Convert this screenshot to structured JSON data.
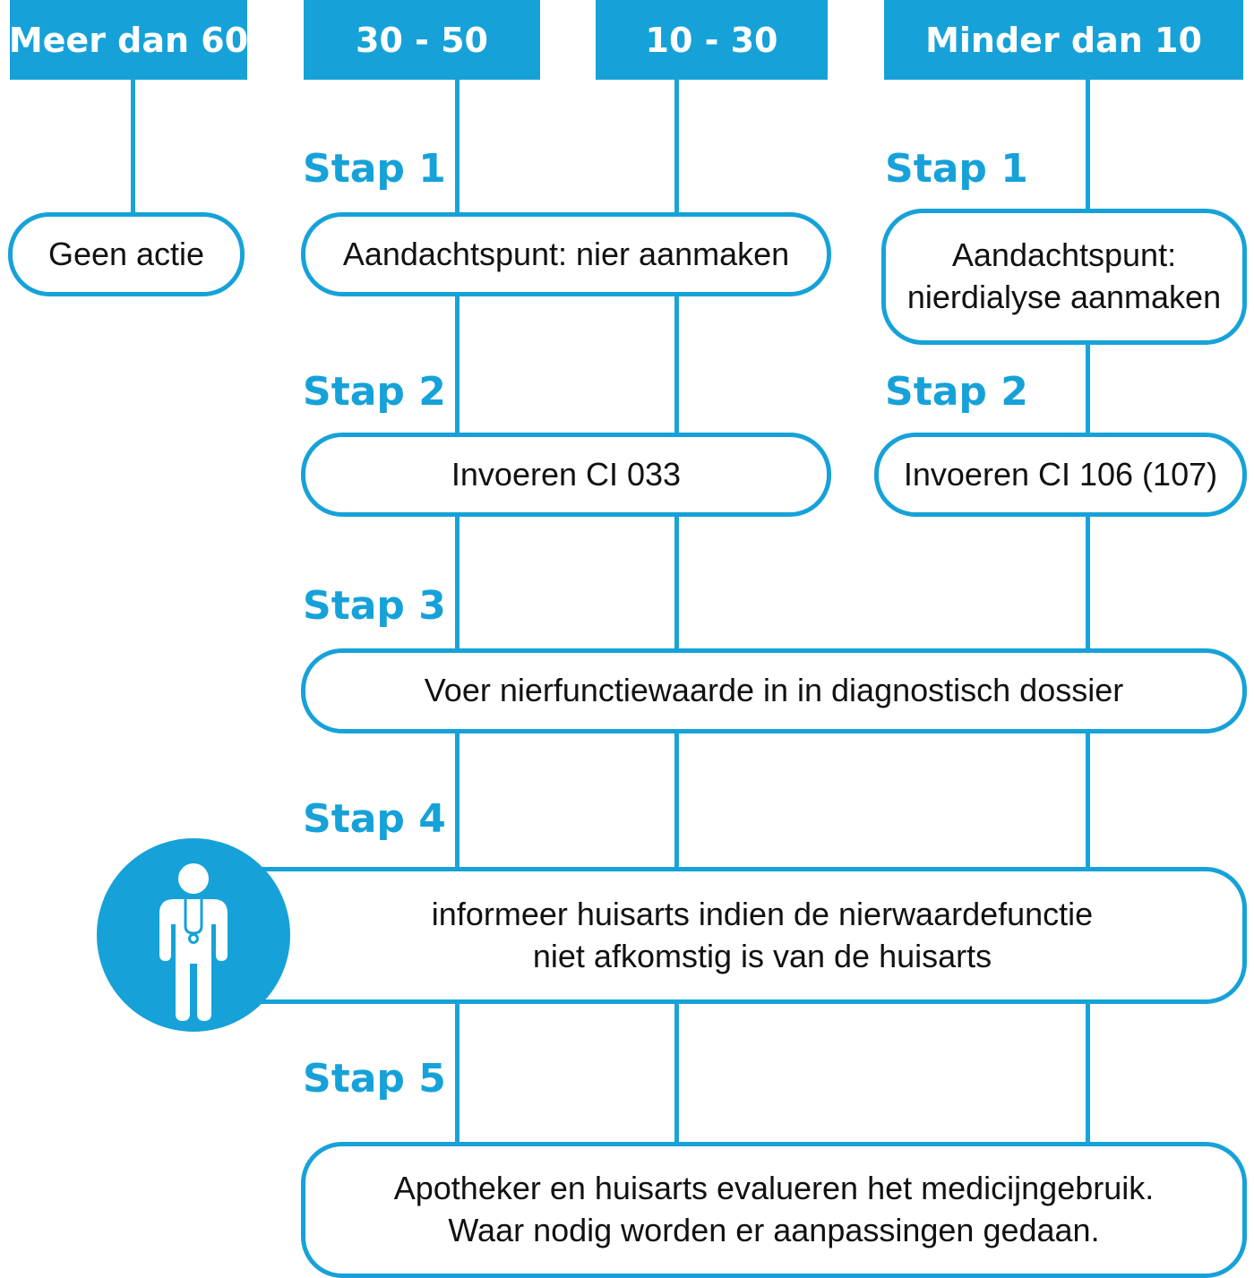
{
  "headers": {
    "col1": "Meer dan 60",
    "col2": "30 - 50",
    "col3": "10 - 30",
    "col4": "Minder dan 10"
  },
  "steps": {
    "left_step1": "Stap 1",
    "right_step1": "Stap 1",
    "left_step2": "Stap 2",
    "right_step2": "Stap 2",
    "step3": "Stap 3",
    "step4": "Stap 4",
    "step5": "Stap 5"
  },
  "boxes": {
    "geen_actie": "Geen actie",
    "nier_aanmaken": "Aandachtspunt: nier aanmaken",
    "nierdialyse_line1": "Aandachtspunt:",
    "nierdialyse_line2": "nierdialyse aanmaken",
    "ci033": "Invoeren CI 033",
    "ci106": "Invoeren CI 106 (107)",
    "nierfunctie": "Voer nierfunctiewaarde in in diagnostisch dossier",
    "informeer_line1": "informeer huisarts indien de nierwaardefunctie",
    "informeer_line2": "niet afkomstig is van de huisarts",
    "evalueren_line1": "Apotheker en huisarts evalueren het medicijngebruik.",
    "evalueren_line2": "Waar nodig worden er aanpassingen gedaan."
  },
  "colors": {
    "accent": "#16a2d8",
    "text": "#111111",
    "background": "#ffffff"
  },
  "icons": {
    "doctor": "doctor-with-stethoscope-icon"
  }
}
